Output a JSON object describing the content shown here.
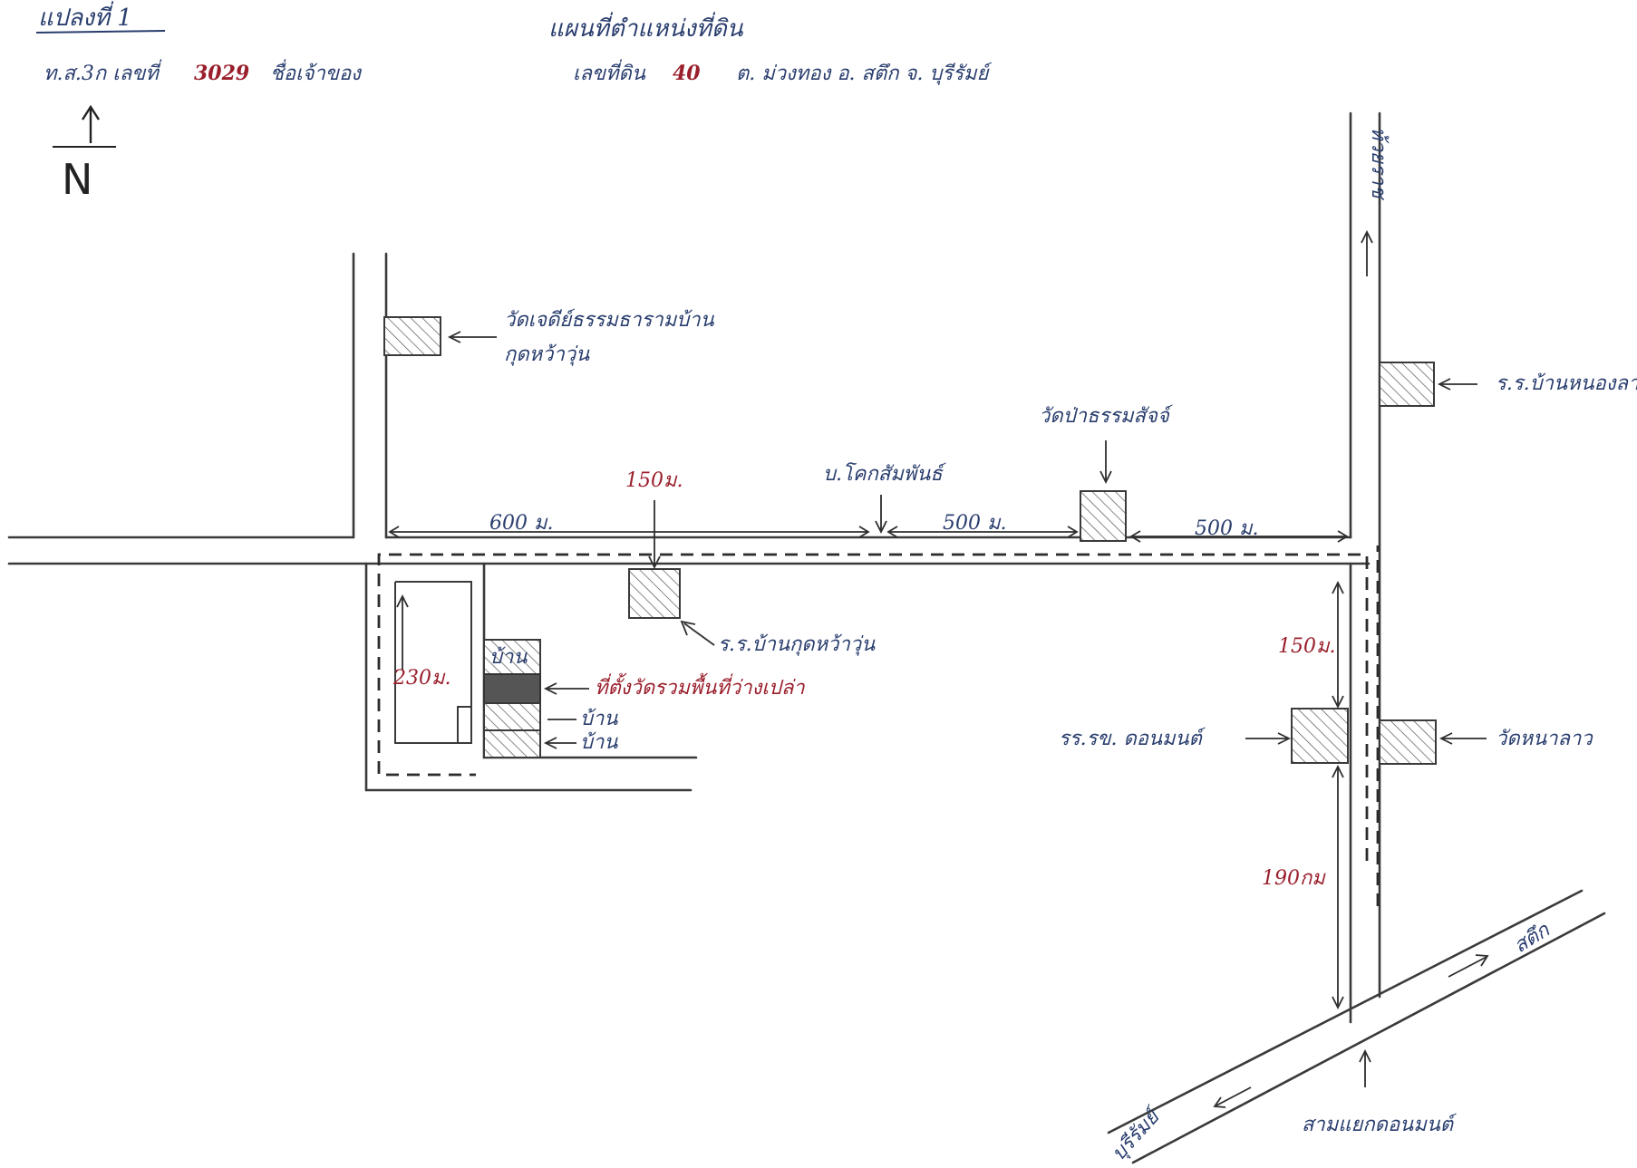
{
  "map": {
    "plot_label": "แปลงที่ 1",
    "title": "แผนที่ตำแหน่งที่ดิน",
    "header_line": [
      {
        "text": "ท.ส.3ก เลขที่",
        "color": "blue"
      },
      {
        "text": "3029",
        "color": "red"
      },
      {
        "text": "ชื่อเจ้าของ ",
        "color": "blue"
      },
      {
        "text": "เลขที่ดิน",
        "color": "blue"
      },
      {
        "text": "40",
        "color": "red"
      },
      {
        "text": "ต. ม่วงทอง  อ. สตึก    จ. บุรีรัมย์",
        "color": "blue"
      }
    ],
    "north": {
      "letter": "N"
    },
    "road_destinations": {
      "north": "ห้วยราช",
      "northeast": "สตึก",
      "southwest": "บุรีรัมย์"
    },
    "landmarks": {
      "temple_northwest": {
        "line1": "วัดเจดีย์ธรรมธารามบ้าน",
        "line2": "กุดหว้าวุ่น"
      },
      "temple_center": "วัดป่าธรรมสัจจ์",
      "school_east": "ร.ร.บ้านหนองลาว",
      "village_center": "บ.โคกสัมพันธ์",
      "school_center": "ร.ร.บ้านกุดหว้าวุ่น",
      "site": "ที่ตั้งวัดรวมพื้นที่ว่างเปล่า",
      "house1": "บ้าน",
      "house2": "บ้าน",
      "house3": "บ้าน",
      "school_junction": "รร.รข. ดอนมนต์",
      "temple_east": "วัดหนาลาว",
      "junction": "สามแยกดอนมนต์"
    },
    "distances": {
      "d600": "600 ม.",
      "d500a": "500 ม.",
      "d500b": "500 ม.",
      "d150_top": "150ม.",
      "d150_right": "150ม.",
      "d190": "190กม",
      "d230": "230ม."
    }
  }
}
